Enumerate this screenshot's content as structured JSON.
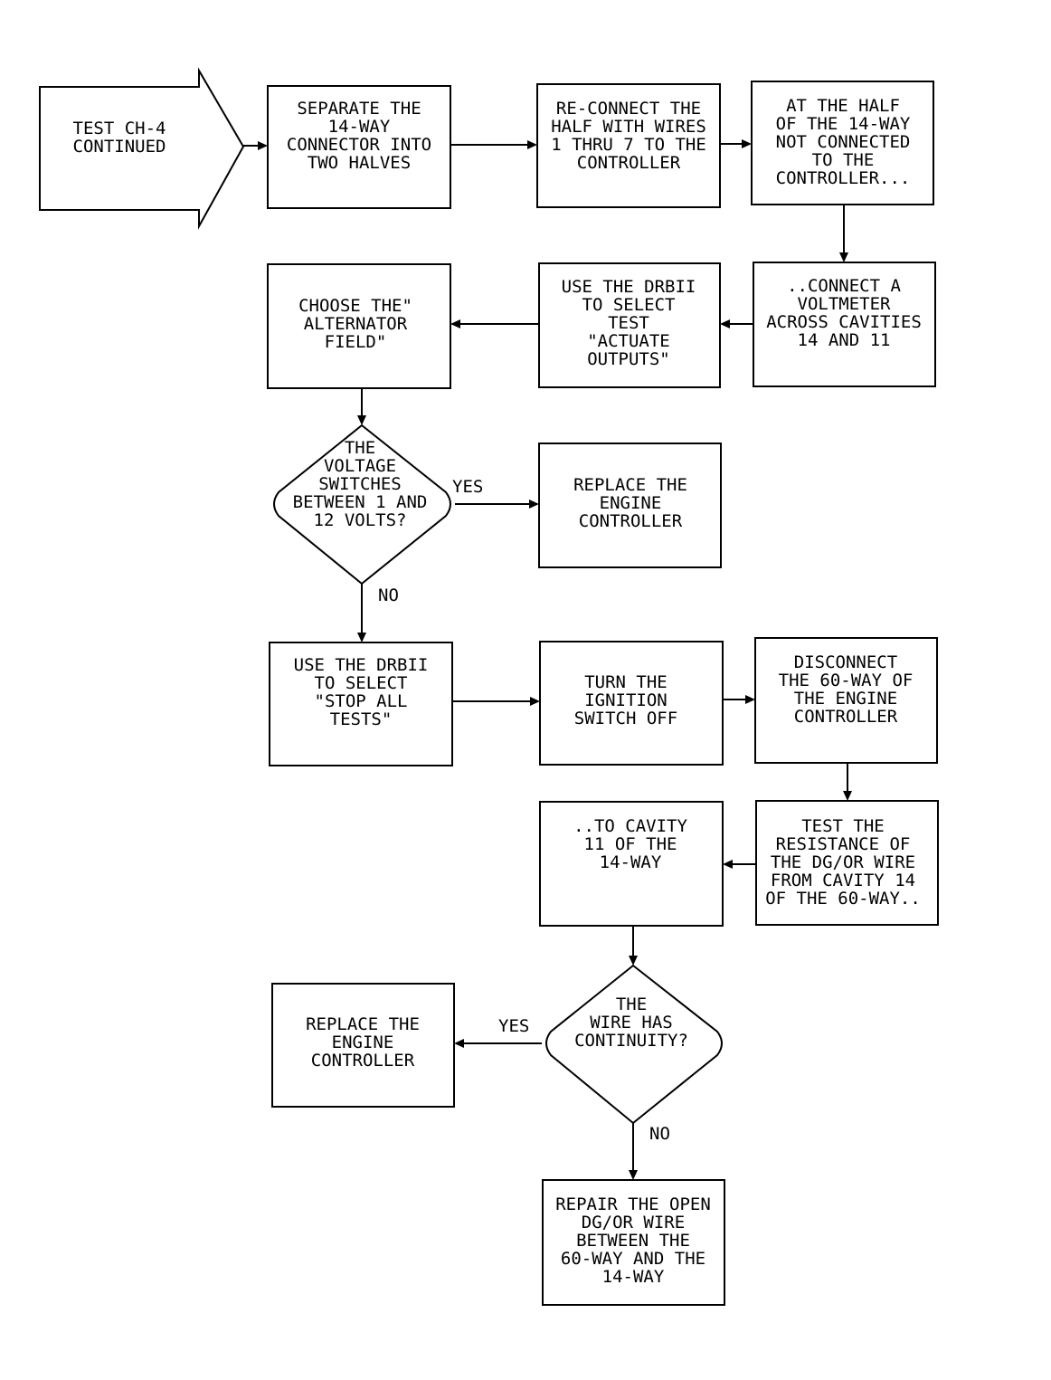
{
  "diagram": {
    "nodes": {
      "start": [
        "TEST CH-4",
        "CONTINUED"
      ],
      "separate": [
        "SEPARATE THE",
        "14-WAY",
        "CONNECTOR INTO",
        "TWO HALVES"
      ],
      "reconnect": [
        "RE-CONNECT THE",
        "HALF WITH WIRES",
        "1 THRU 7 TO THE",
        "CONTROLLER"
      ],
      "at_half": [
        "AT THE HALF",
        "OF THE 14-WAY",
        "NOT CONNECTED",
        "TO THE",
        "CONTROLLER..."
      ],
      "connect_voltmeter": [
        "..CONNECT A",
        "VOLTMETER",
        "ACROSS CAVITIES",
        "14 AND 11"
      ],
      "use_drbii_actuate": [
        "USE THE DRBII",
        "TO SELECT",
        "TEST",
        "\"ACTUATE",
        "OUTPUTS\""
      ],
      "choose_alternator": [
        "CHOOSE THE\"",
        "ALTERNATOR",
        "FIELD\""
      ],
      "voltage_switches": [
        "THE",
        "VOLTAGE",
        "SWITCHES",
        "BETWEEN 1 AND",
        "12 VOLTS?"
      ],
      "replace_controller_1": [
        "REPLACE THE",
        "ENGINE",
        "CONTROLLER"
      ],
      "use_drbii_stop": [
        "USE THE DRBII",
        "TO SELECT",
        "\"STOP ALL",
        "TESTS\""
      ],
      "turn_ignition": [
        "TURN THE",
        "IGNITION",
        "SWITCH OFF"
      ],
      "disconnect_60way": [
        "DISCONNECT",
        "THE 60-WAY OF",
        "THE ENGINE",
        "CONTROLLER"
      ],
      "test_resistance": [
        "TEST THE",
        "RESISTANCE OF",
        "THE DG/OR WIRE",
        "FROM CAVITY 14",
        "OF THE 60-WAY.."
      ],
      "to_cavity": [
        "..TO CAVITY",
        "11 OF THE",
        "14-WAY"
      ],
      "wire_continuity": [
        "THE",
        "WIRE HAS",
        "CONTINUITY?"
      ],
      "replace_controller_2": [
        "REPLACE THE",
        "ENGINE",
        "CONTROLLER"
      ],
      "repair_open": [
        "REPAIR THE OPEN",
        "DG/OR WIRE",
        "BETWEEN THE",
        "60-WAY AND THE",
        "14-WAY"
      ]
    },
    "edge_labels": {
      "yes_1": "YES",
      "no_1": "NO",
      "yes_2": "YES",
      "no_2": "NO"
    }
  }
}
